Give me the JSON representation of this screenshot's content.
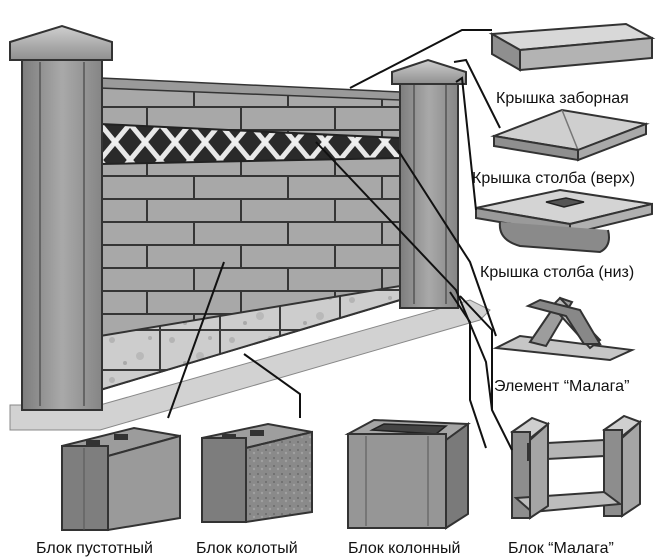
{
  "labels": {
    "fence_cap": "Крышка заборная",
    "pillar_cap_top": "Крышка столба (верх)",
    "pillar_cap_bottom": "Крышка столба (низ)",
    "malaga_element": "Элемент “Малага”",
    "hollow_block": "Блок пустотный",
    "split_block": "Блок колотый",
    "column_block": "Блок колонный",
    "malaga_block": "Блок “Малага”"
  },
  "colors": {
    "block_face": "#a3a3a3",
    "block_dark": "#6f6f6f",
    "mortar": "#2f2f2f",
    "pillar": "#8c8c8c",
    "split_face": "#c9c9c9",
    "leader_line": "#111111"
  }
}
